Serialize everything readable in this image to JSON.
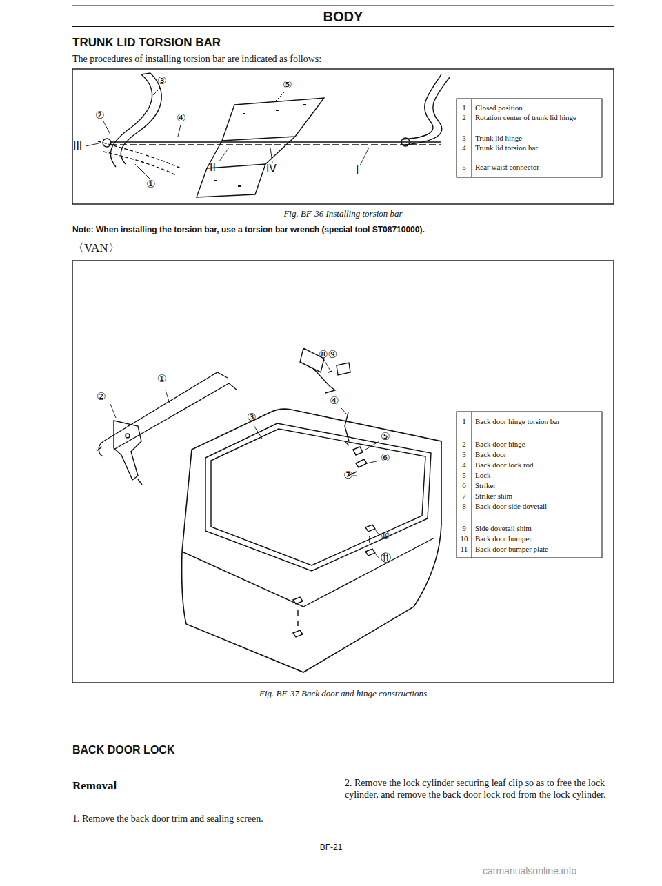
{
  "diagram": {
    "title": "BODY",
    "labels": [
      "TRUNK LID TORSION BAR",
      "The procedures of installing torsion bar are indicated as follows:",
      "③",
      "⑤",
      "②",
      "④",
      "III",
      "II",
      "IV",
      "I",
      "①",
      "1",
      "Closed position",
      "2",
      "Rotation center of trunk lid hinge",
      "3",
      "Trunk lid hinge",
      "4",
      "Trunk lid torsion bar",
      "5",
      "Rear waist connector",
      "Fig. BF-36 Installing torsion bar",
      "Note: When installing the torsion bar, use a torsion bar wrench (special tool ST08710000).",
      "〈VAN〉",
      "①",
      "②",
      "③",
      "⑧⑨",
      "④",
      "⑤",
      "⑥",
      "⑦",
      "⑩",
      "⑪",
      "1",
      "Back door hinge torsion bar",
      "2",
      "Back door hinge",
      "3",
      "Back door",
      "4",
      "Back door lock rod",
      "5",
      "Lock",
      "6",
      "Striker",
      "7",
      "Striker shim",
      "8",
      "Back door side dovetail",
      "9",
      "Side dovetail shim",
      "10",
      "Back door bumper",
      "11",
      "Back door bumper plate",
      "Fig. BF-37 Back door and hinge constructions",
      "BACK DOOR LOCK",
      "Removal",
      "1. Remove the back door trim and sealing screen.",
      "2. Remove the lock cylinder securing leaf clip so as to free the lock cylinder, and remove the back door lock rod from the lock cylinder.",
      "BF-21",
      "carmanualsonline.info"
    ]
  }
}
